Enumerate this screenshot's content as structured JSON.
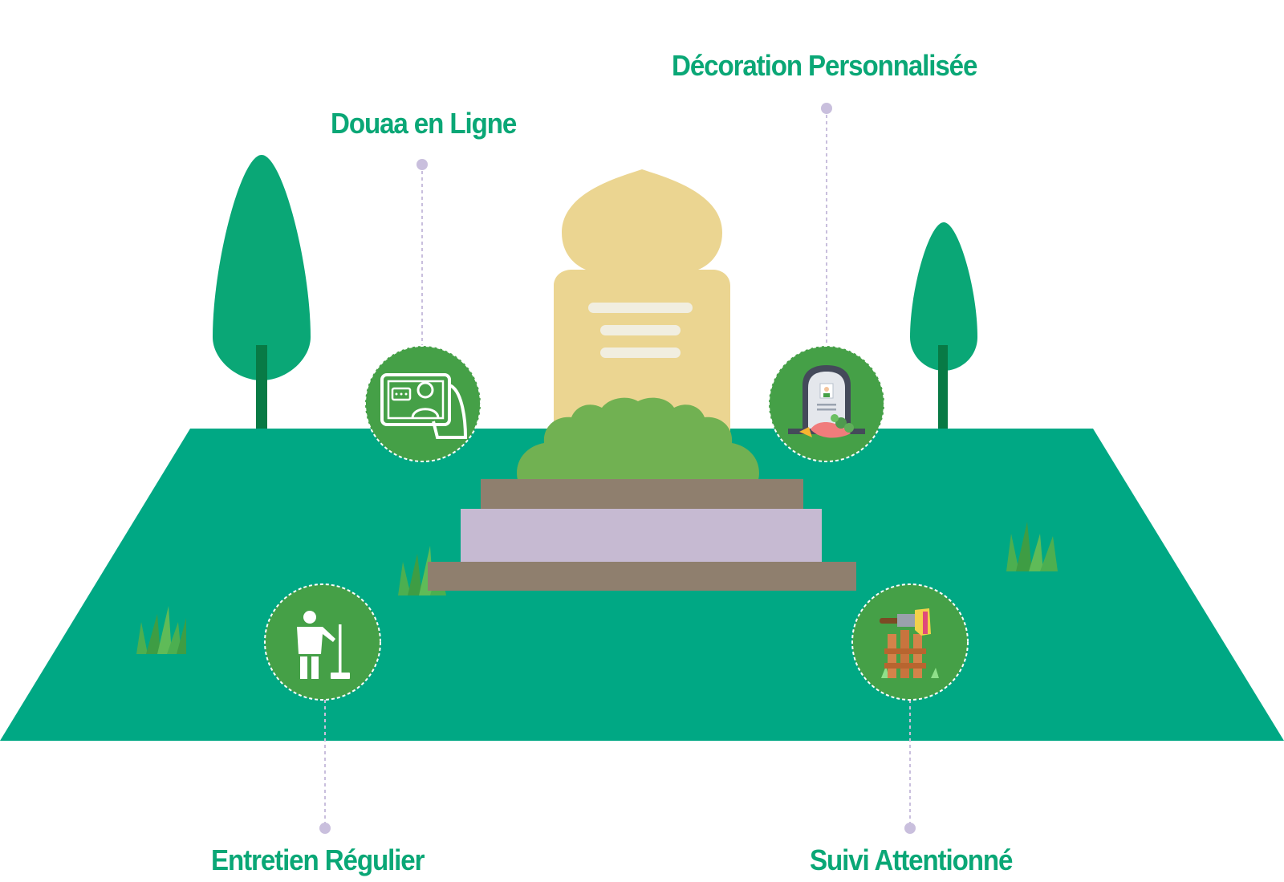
{
  "colors": {
    "brand_green": "#0aa776",
    "ground": "#00a884",
    "tree": "#0aa776",
    "trunk": "#087a45",
    "bush": "#71b152",
    "headstone": "#ebd591",
    "step_brown": "#8f7f6e",
    "step_lavender": "#c6bad2",
    "icon_circle": "#45a047",
    "connector": "#c9bfdd"
  },
  "features": [
    {
      "label": "Douaa en Ligne",
      "icon": "video-call-prayer-icon"
    },
    {
      "label": "Décoration Personnalisée",
      "icon": "grave-flowers-icon"
    },
    {
      "label": "Entretien Régulier",
      "icon": "cleaner-broom-icon"
    },
    {
      "label": "Suivi Attentionné",
      "icon": "fence-paint-icon"
    }
  ]
}
